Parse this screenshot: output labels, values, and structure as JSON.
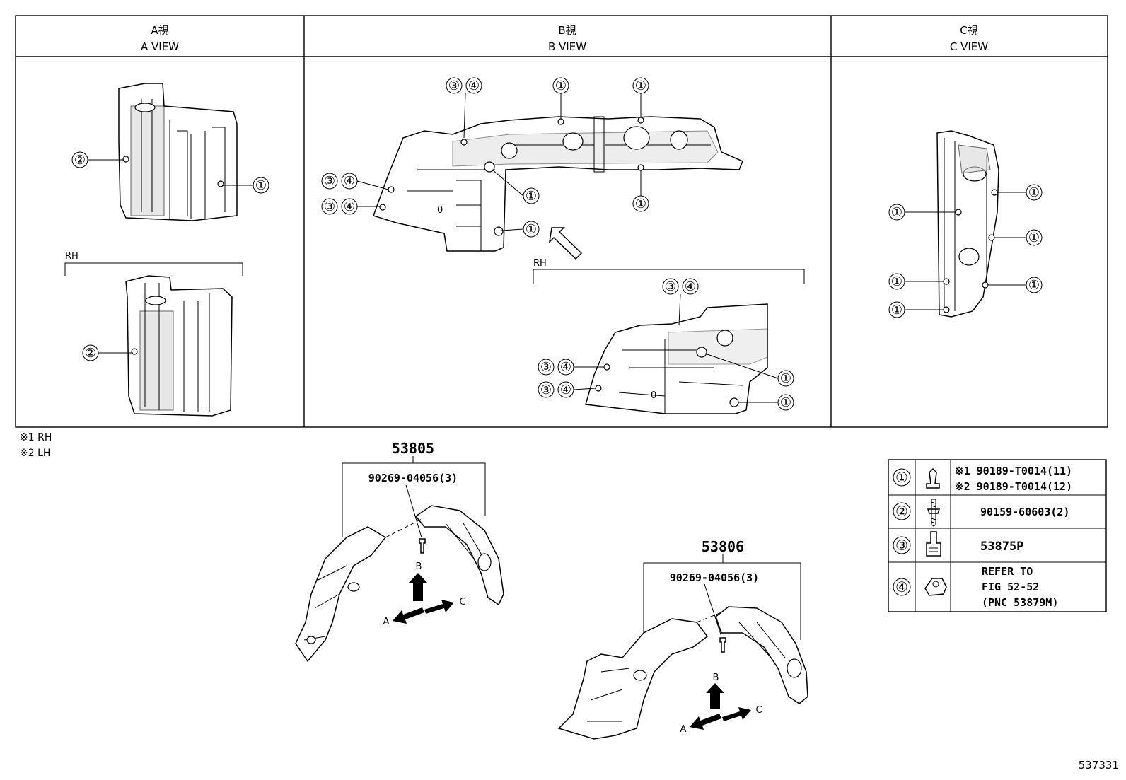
{
  "views": {
    "a": {
      "title_jp": "A視",
      "title_en": "A VIEW",
      "rh_label": "RH"
    },
    "b": {
      "title_jp": "B視",
      "title_en": "B VIEW",
      "rh_label": "RH"
    },
    "c": {
      "title_jp": "C視",
      "title_en": "C VIEW"
    }
  },
  "notes": [
    "※1 RH",
    "※2 LH"
  ],
  "callouts": {
    "one": "①",
    "two": "②",
    "three": "③",
    "four": "④",
    "zero": "0"
  },
  "assemblies": [
    {
      "part_no": "53805",
      "clip": "90269-04056(3)",
      "arrow_b": "B",
      "arrow_a": "A",
      "arrow_c": "C"
    },
    {
      "part_no": "53806",
      "clip": "90269-04056(3)",
      "arrow_b": "B",
      "arrow_a": "A",
      "arrow_c": "C"
    }
  ],
  "legend": [
    {
      "ref": "①",
      "icon": "clip-icon",
      "lines": [
        "※1 90189-T0014(11)",
        "※2 90189-T0014(12)"
      ]
    },
    {
      "ref": "②",
      "icon": "screw-icon",
      "lines": [
        "90159-60603(2)"
      ]
    },
    {
      "ref": "③",
      "icon": "screw-grommet-icon",
      "lines": [
        "53875P"
      ]
    },
    {
      "ref": "④",
      "icon": "nut-icon",
      "lines": [
        "REFER TO",
        "FIG 52-52",
        "(PNC 53879M)"
      ]
    }
  ],
  "figure_id": "537331"
}
